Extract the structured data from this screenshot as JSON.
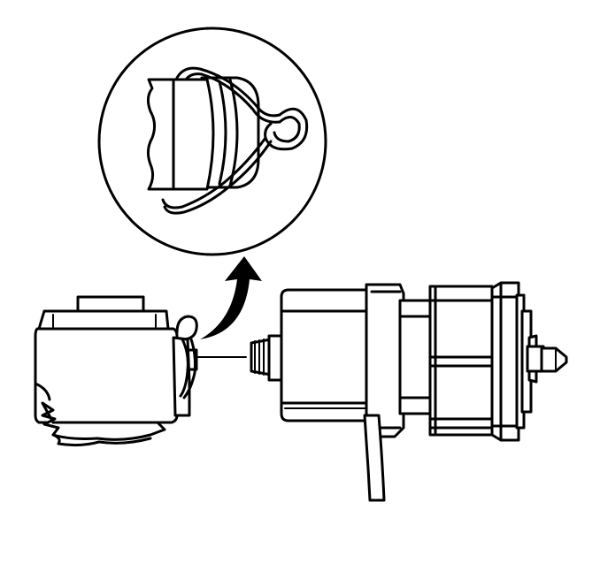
{
  "diagram": {
    "stroke_color": "#000000",
    "background_color": "#ffffff",
    "parts": [
      "detail-view-circle",
      "retaining-clip-detail",
      "connector-detail",
      "callout-arrow",
      "cylinder-component",
      "retaining-clip",
      "lock-cylinder-assembly",
      "mounting-bracket",
      "key-tip"
    ]
  }
}
